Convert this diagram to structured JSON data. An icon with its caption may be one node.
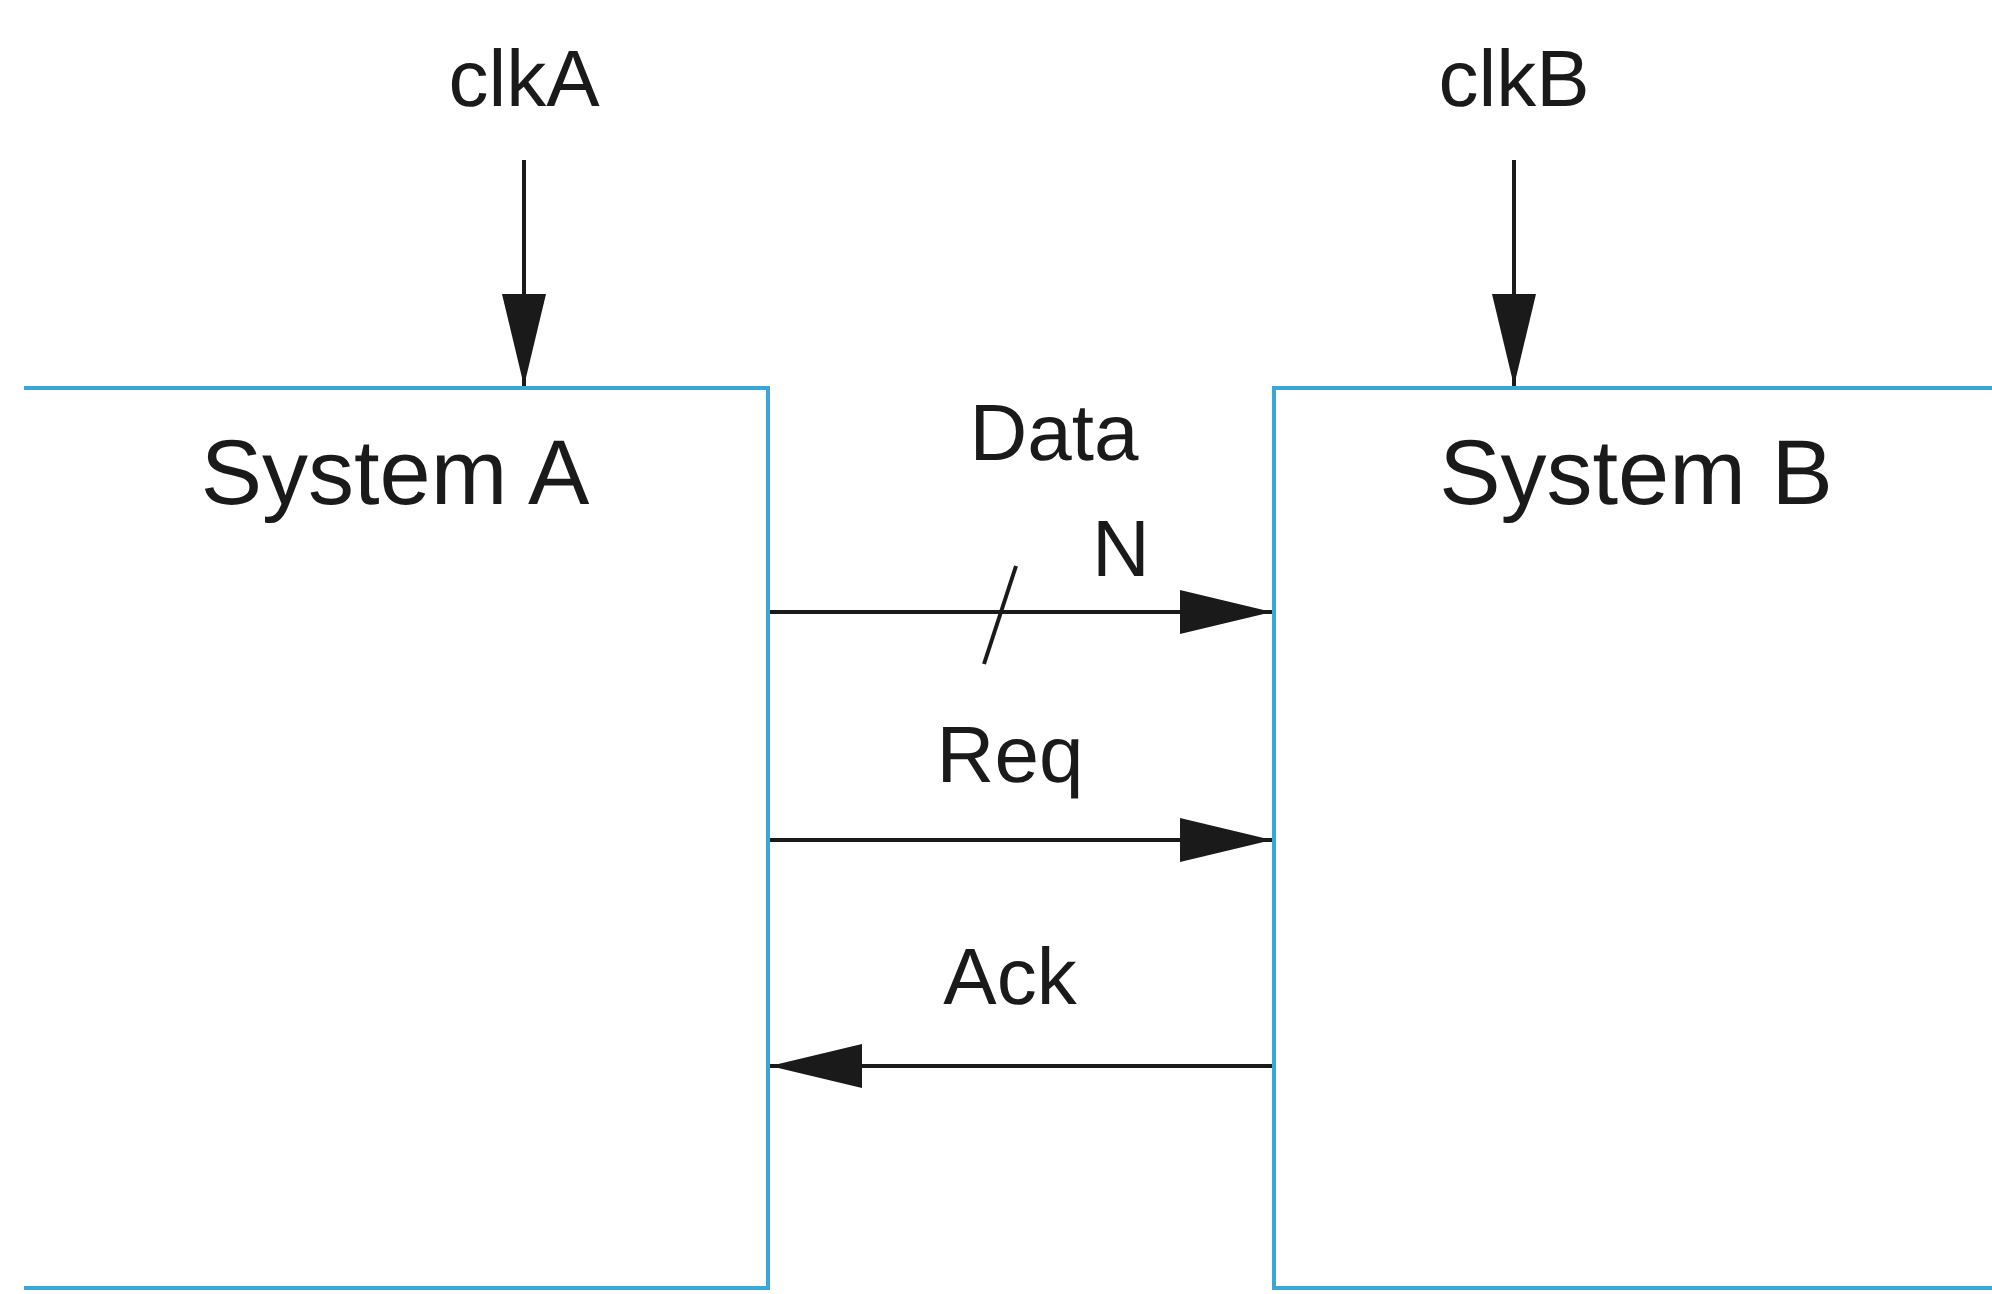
{
  "diagram": {
    "nodes": [
      {
        "text": [
          "System A"
        ]
      },
      {
        "text": [
          "System B"
        ]
      },
      {
        "text": [
          "clkA"
        ]
      },
      {
        "text": [
          "clkB"
        ]
      }
    ],
    "edges": [
      {
        "from": 2,
        "to": 0,
        "arrow": "to"
      },
      {
        "from": 3,
        "to": 1,
        "arrow": "to"
      },
      {
        "from": 0,
        "to": 1,
        "arrow": "to",
        "label": "Data"
      },
      {
        "from": 0,
        "to": 1,
        "arrow": "to",
        "label": "Req"
      },
      {
        "from": 1,
        "to": 0,
        "arrow": "to",
        "label": "Ack"
      }
    ],
    "labels": [
      "N"
    ]
  }
}
